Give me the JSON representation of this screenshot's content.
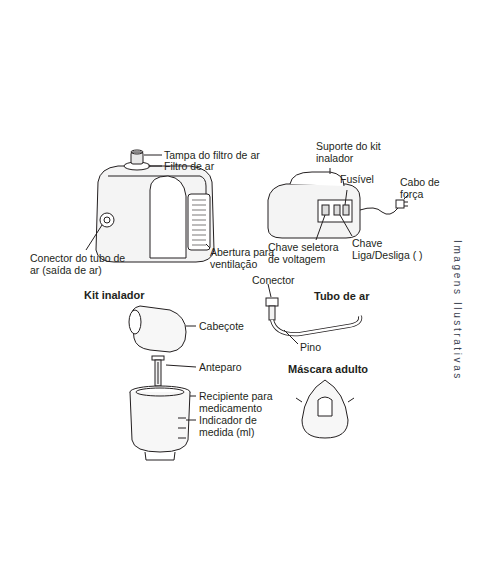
{
  "diagram": {
    "labels": [
      "Tampa do filtro de ar",
      "Filtro de ar",
      "Conector do tubo de ar (saída de ar)",
      "Abertura para ventilação",
      "Suporte do kit inalador",
      "Fusível",
      "Cabo de força",
      "Chave seletora de voltagem",
      "Chave Liga/Desliga (    )",
      "Imagens Ilustrativas",
      "Kit inalador",
      "Cabeçote",
      "Anteparo",
      "Recipiente para medicamento",
      "Indicador de medida (ml)",
      "Conector",
      "Tubo de ar",
      "Pino",
      "Máscara adulto"
    ]
  }
}
